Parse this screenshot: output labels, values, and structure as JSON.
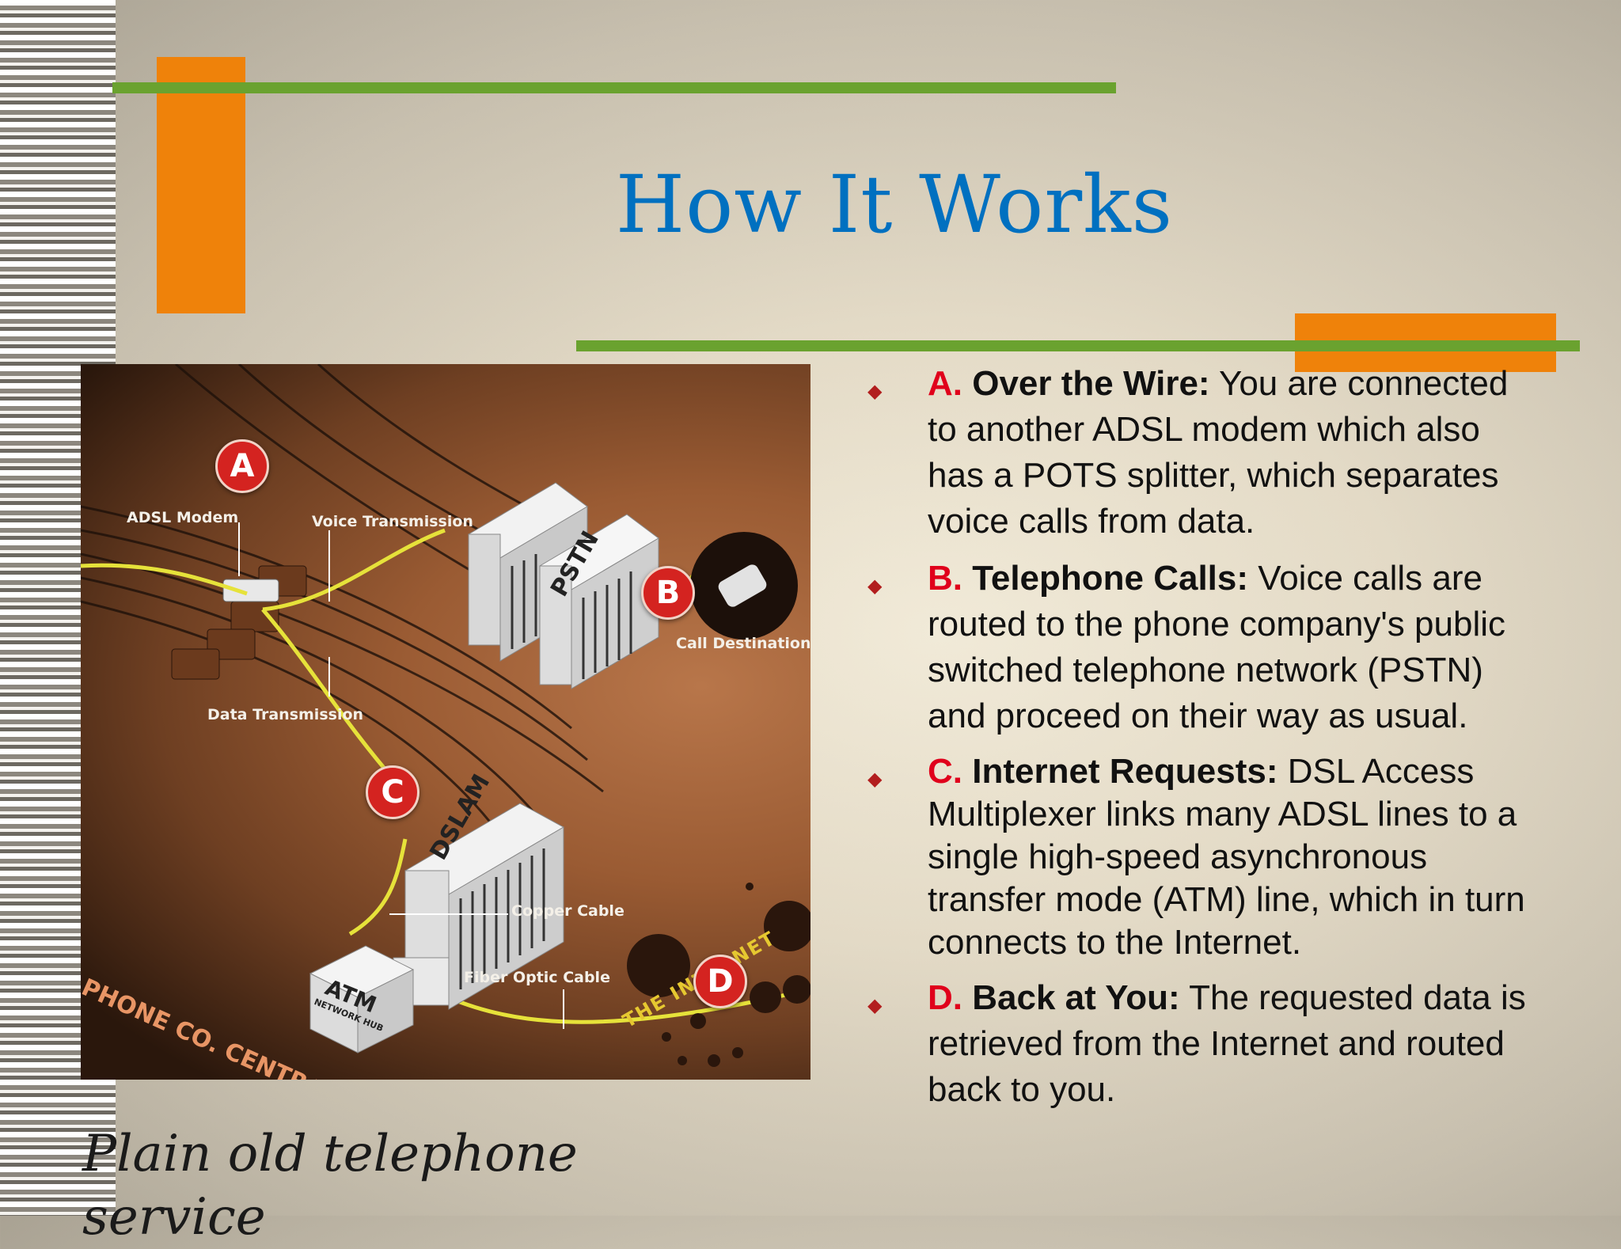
{
  "slide": {
    "title": "How It Works",
    "caption": "Plain old telephone service"
  },
  "illustration": {
    "labels": {
      "adsl_modem": "ADSL Modem",
      "voice_transmission": "Voice Transmission",
      "data_transmission": "Data Transmission",
      "call_destination": "Call Destination",
      "copper_cable": "Copper Cable",
      "fiber_optic_cable": "Fiber Optic Cable",
      "pstn": "PSTN",
      "dslam": "DSLAM",
      "atm": "ATM",
      "network_hub": "NETWORK HUB",
      "central_office": "PHONE CO. CENTRAL OFFICE",
      "the_internet": "THE INTERNET"
    },
    "markers": [
      "A",
      "B",
      "C",
      "D"
    ],
    "colors": {
      "marker_red": "#d42320",
      "cable_yellow": "#e6e23a",
      "background_brown": "#9a5b33"
    }
  },
  "bullets": [
    {
      "letter": "A.",
      "heading": "Over the Wire:",
      "text": " You are connected to another ADSL modem which also has a POTS splitter, which separates voice calls from data."
    },
    {
      "letter": "B.",
      "heading": "Telephone Calls:",
      "text": " Voice calls are routed to the phone company's public switched telephone network (PSTN) and proceed on their way as usual."
    },
    {
      "letter": "C.",
      "heading": "Internet Requests:",
      "text": " DSL Access Multiplexer links many ADSL lines to a single high-speed asynchronous transfer mode (ATM) line, which in turn connects to the Internet."
    },
    {
      "letter": "D.",
      "heading": "Back at You:",
      "text": " The requested data is retrieved from the Internet and routed back to you."
    }
  ],
  "theme": {
    "title_color": "#0070c0",
    "accent_orange": "#ef820a",
    "accent_green": "#6aa22f",
    "bullet_letter_color": "#e0001b"
  }
}
